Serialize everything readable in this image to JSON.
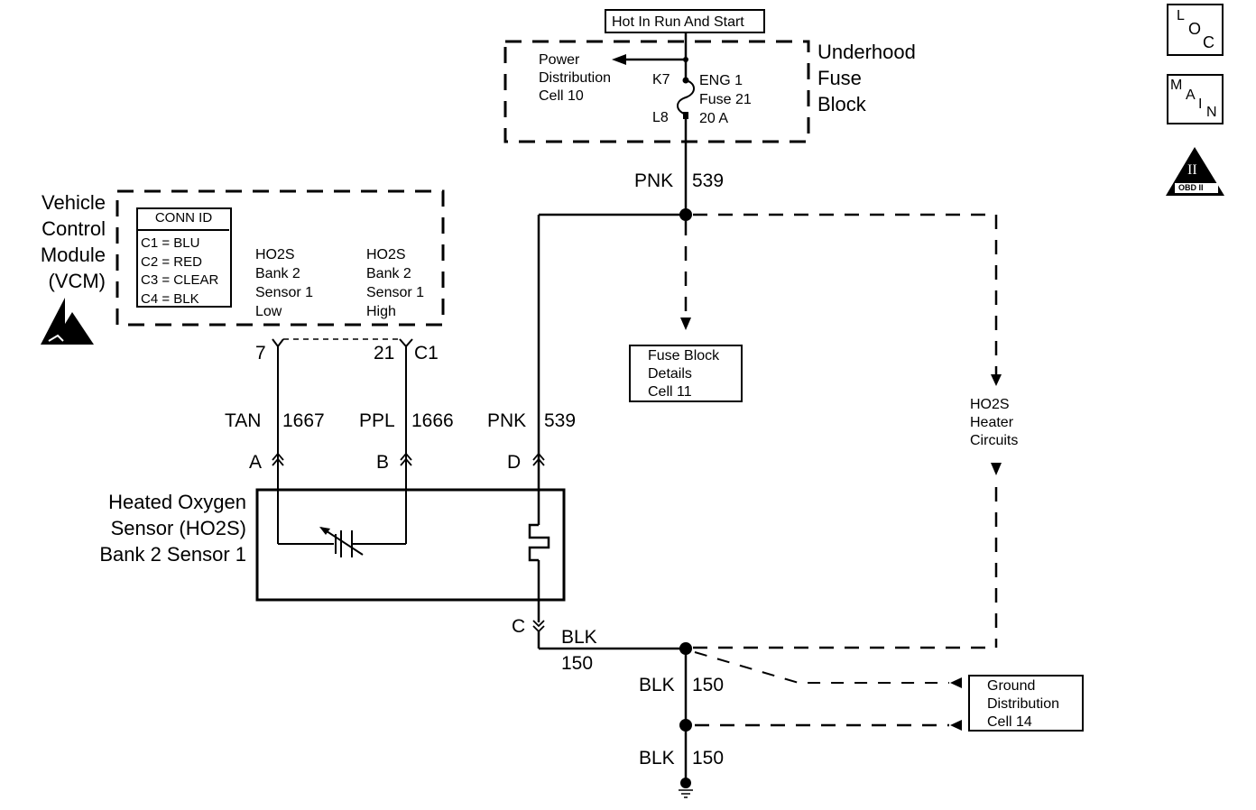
{
  "title_box": "Hot In Run And Start",
  "underhood_fuse_block": {
    "label": [
      "Underhood",
      "Fuse",
      "Block"
    ],
    "power_distribution": [
      "Power",
      "Distribution",
      "Cell 10"
    ],
    "terminal_top": "K7",
    "terminal_bottom": "L8",
    "fuse": [
      "ENG 1",
      "Fuse 21",
      "20 A"
    ]
  },
  "icons": {
    "loc": [
      "L",
      "O",
      "C"
    ],
    "main": [
      "M",
      "A",
      "I",
      "N"
    ],
    "obd": {
      "numeral": "II",
      "label": "OBD II"
    }
  },
  "vcm": {
    "label": [
      "Vehicle",
      "Control",
      "Module",
      "(VCM)"
    ],
    "conn_id_title": "CONN ID",
    "conn_ids": [
      "C1 = BLU",
      "C2 = RED",
      "C3 = CLEAR",
      "C4 = BLK"
    ],
    "circuit_low": [
      "HO2S",
      "Bank 2",
      "Sensor 1",
      "Low"
    ],
    "circuit_high": [
      "HO2S",
      "Bank 2",
      "Sensor 1",
      "High"
    ],
    "pin_low": "7",
    "pin_high": "21",
    "connector": "C1"
  },
  "wires": {
    "pnk_top": {
      "color": "PNK",
      "circuit": "539"
    },
    "tan": {
      "color": "TAN",
      "circuit": "1667"
    },
    "ppl": {
      "color": "PPL",
      "circuit": "1666"
    },
    "pnk_sensor": {
      "color": "PNK",
      "circuit": "539"
    },
    "blk_c": {
      "color": "BLK",
      "circuit": "150"
    },
    "blk_mid": {
      "color": "BLK",
      "circuit": "150"
    },
    "blk_bottom": {
      "color": "BLK",
      "circuit": "150"
    }
  },
  "sensor": {
    "label": [
      "Heated Oxygen",
      "Sensor (HO2S)",
      "Bank 2 Sensor 1"
    ],
    "pin_a": "A",
    "pin_b": "B",
    "pin_d": "D",
    "pin_c": "C"
  },
  "fuse_block_details": [
    "Fuse Block",
    "Details",
    "Cell 11"
  ],
  "heater_circuits": [
    "HO2S",
    "Heater",
    "Circuits"
  ],
  "ground_distribution": [
    "Ground",
    "Distribution",
    "Cell 14"
  ]
}
